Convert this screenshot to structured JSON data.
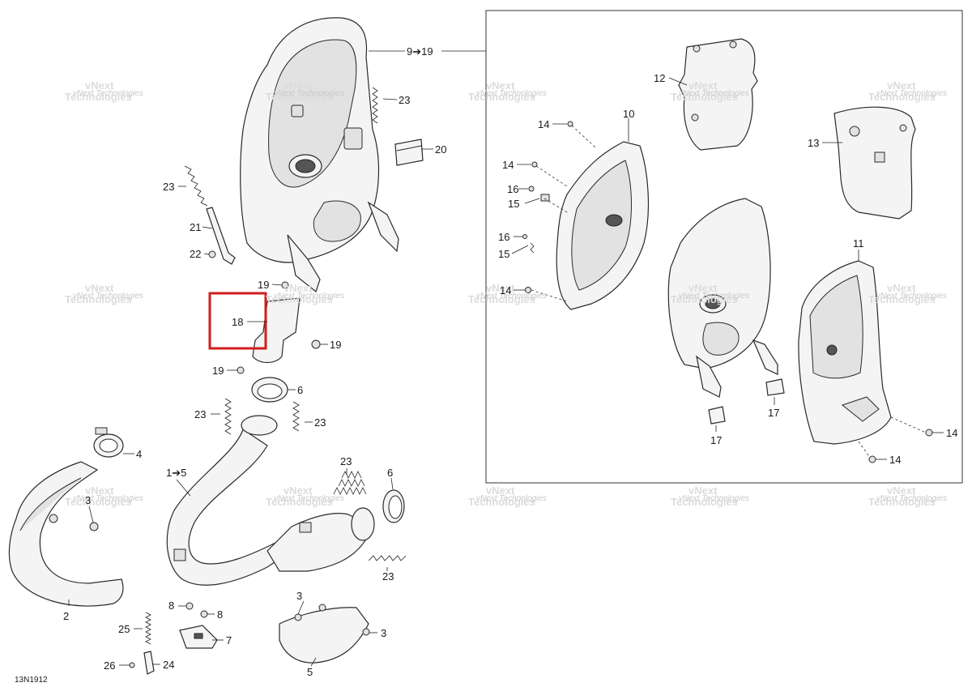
{
  "drawing_code": "13N1912",
  "watermark": {
    "line1": "vNext",
    "line2": "Technologies",
    "inline": "vNext Technologies"
  },
  "highlight_label": "18",
  "callouts": {
    "c9_19": "9➔19",
    "c23_top": "23",
    "c20": "20",
    "c23_left": "23",
    "c21": "21",
    "c22": "22",
    "c19_a": "19",
    "c19_b": "19",
    "c19_c": "19",
    "c6_a": "6",
    "c23_mid_left": "23",
    "c23_mid_right": "23",
    "c4": "4",
    "c1_5": "1➔5",
    "c23_spring_group": "23",
    "c6_b": "6",
    "c3_a": "3",
    "c23_low": "23",
    "c2": "2",
    "c8_a": "8",
    "c8_b": "8",
    "c3_b": "3",
    "c3_c": "3",
    "c25": "25",
    "c7": "7",
    "c5": "5",
    "c26": "26",
    "c24": "24",
    "c12": "12",
    "c10": "10",
    "c14_a": "14",
    "c14_b": "14",
    "c16_a": "16",
    "c15_a": "15",
    "c16_b": "16",
    "c15_b": "15",
    "c14_c": "14",
    "c13": "13",
    "c11": "11",
    "c17_a": "17",
    "c17_b": "17",
    "c14_d": "14",
    "c14_e": "14"
  }
}
